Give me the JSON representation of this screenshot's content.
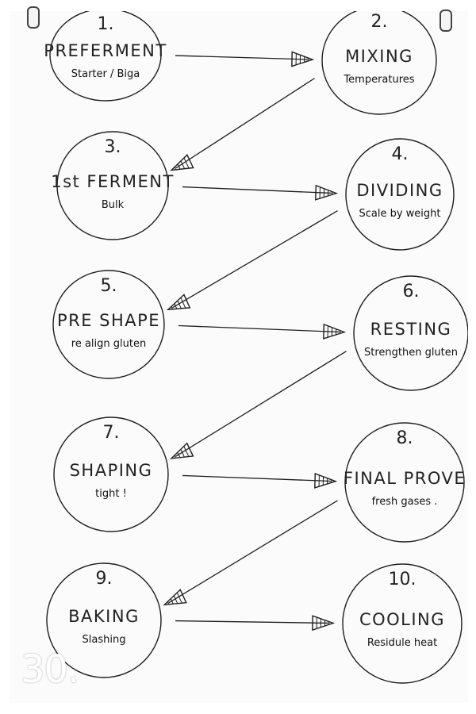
{
  "steps": [
    {
      "number": "1.",
      "title": "PREFERMENT",
      "note": "Starter / Biga"
    },
    {
      "number": "2.",
      "title": "MIXING",
      "note": "Temperatures"
    },
    {
      "number": "3.",
      "title": "1st FERMENT",
      "note": "Bulk"
    },
    {
      "number": "4.",
      "title": "DIVIDING",
      "note": "Scale by weight"
    },
    {
      "number": "5.",
      "title": "PRE SHAPE",
      "note": "re align gluten"
    },
    {
      "number": "6.",
      "title": "RESTING",
      "note": "Strengthen gluten"
    },
    {
      "number": "7.",
      "title": "SHAPING",
      "note": "tight !"
    },
    {
      "number": "8.",
      "title": "FINAL PROVE",
      "note": "fresh gases ."
    },
    {
      "number": "9.",
      "title": "BAKING",
      "note": "Slashing"
    },
    {
      "number": "10.",
      "title": "COOLING",
      "note": "Residule heat"
    }
  ],
  "edges": [
    {
      "from": 0,
      "to": 1
    },
    {
      "from": 1,
      "to": 2
    },
    {
      "from": 2,
      "to": 3
    },
    {
      "from": 3,
      "to": 4
    },
    {
      "from": 4,
      "to": 5
    },
    {
      "from": 5,
      "to": 6
    },
    {
      "from": 6,
      "to": 7
    },
    {
      "from": 7,
      "to": 8
    },
    {
      "from": 8,
      "to": 9
    }
  ],
  "corner_label": "30.",
  "ink_color": "#1e1e1e"
}
